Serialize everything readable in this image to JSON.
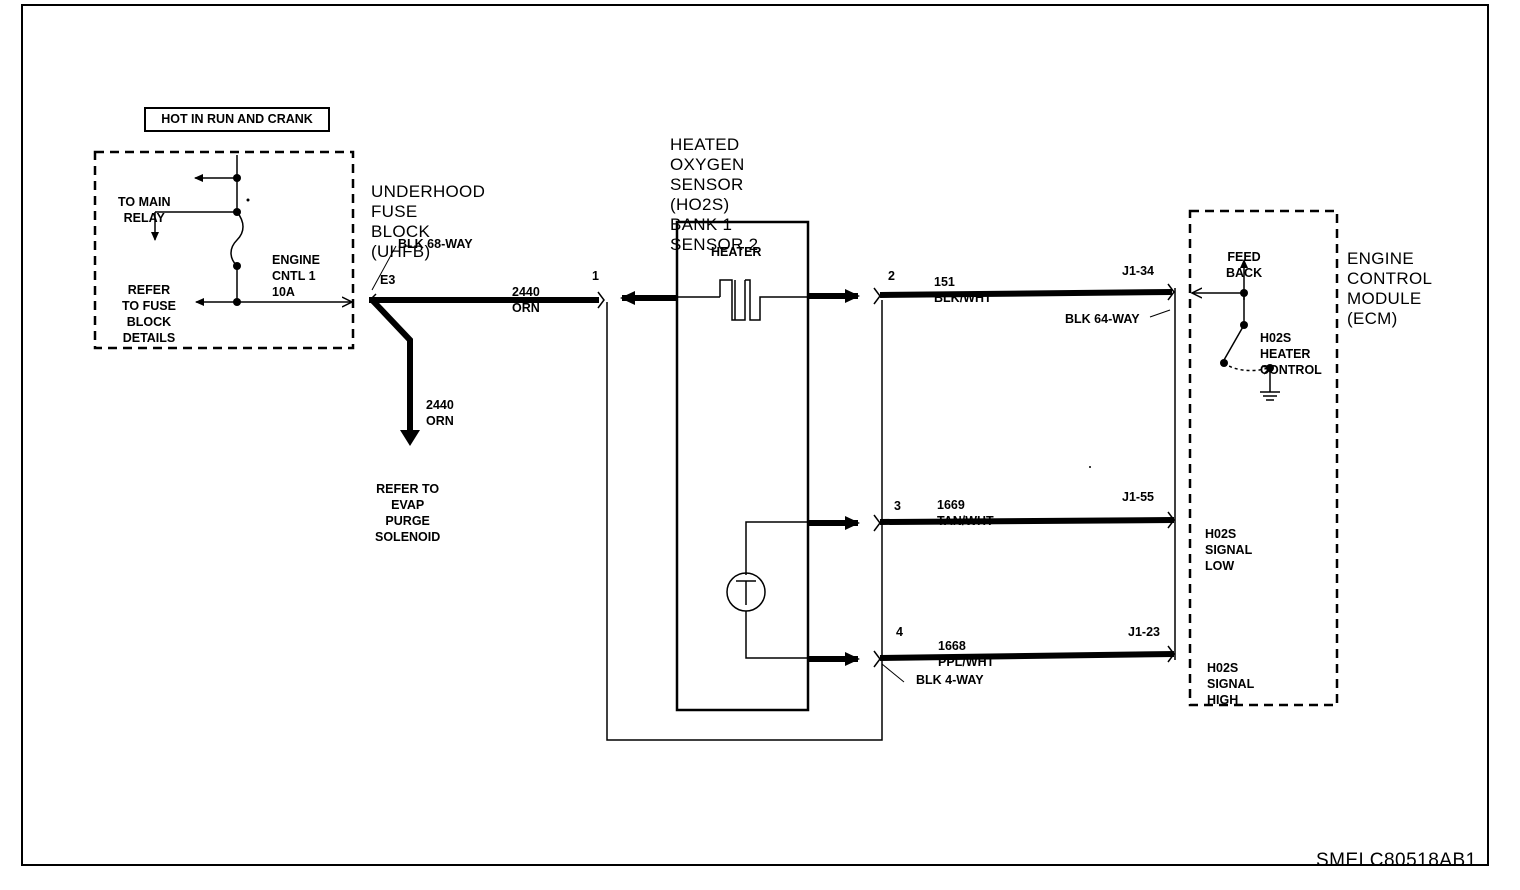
{
  "labels": {
    "hot_in_run": "HOT IN RUN AND CRANK",
    "uhfb": [
      "UNDERHOOD",
      "FUSE",
      "BLOCK",
      "(UHFB)"
    ],
    "to_main_relay": [
      "TO MAIN",
      "RELAY"
    ],
    "refer_fuse": [
      "REFER",
      "TO FUSE",
      "BLOCK",
      "DETAILS"
    ],
    "engine_cntl": [
      "ENGINE",
      "CNTL 1",
      "10A"
    ],
    "blk68": "BLK 68-WAY",
    "e3": "E3",
    "w2440_top": [
      "2440",
      "ORN"
    ],
    "w2440_down": [
      "2440",
      "ORN"
    ],
    "refer_evap": [
      "REFER TO",
      "EVAP",
      "PURGE",
      "SOLENOID"
    ],
    "pin1": "1",
    "ho2s": [
      "HEATED",
      "OXYGEN",
      "SENSOR",
      "(HO2S)",
      "BANK 1",
      "SENSOR 2"
    ],
    "heater": "HEATER",
    "pin2": "2",
    "pin3": "3",
    "pin4": "4",
    "w151": [
      "151",
      "BLK/WHT"
    ],
    "w1669": [
      "1669",
      "TAN/WHT"
    ],
    "w1668": [
      "1668",
      "PPL/WHT"
    ],
    "j134": "J1-34",
    "j155": "J1-55",
    "j123": "J1-23",
    "blk64": "BLK 64-WAY",
    "blk4": "BLK 4-WAY",
    "ecm": [
      "ENGINE",
      "CONTROL",
      "MODULE",
      "(ECM)"
    ],
    "feed_back": [
      "FEED",
      "BACK"
    ],
    "heater_control": [
      "H02S",
      "HEATER",
      "CONTROL"
    ],
    "signal_low": [
      "H02S",
      "SIGNAL",
      "LOW"
    ],
    "signal_high": [
      "H02S",
      "SIGNAL",
      "HIGH"
    ],
    "code": "SMELC80518AB1"
  }
}
